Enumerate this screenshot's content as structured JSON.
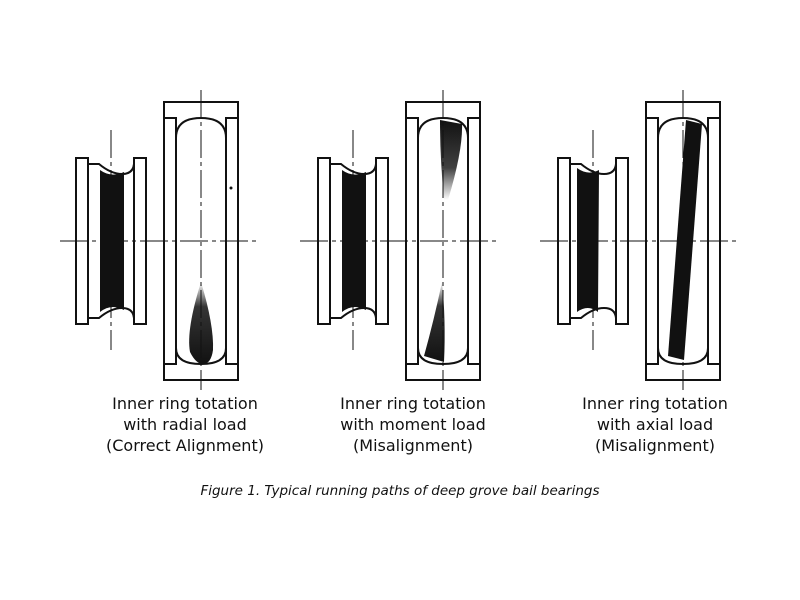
{
  "panels": [
    {
      "id": "radial",
      "line1": "Inner ring totation",
      "line2": "with radial load",
      "line3": "(Correct Alignment)"
    },
    {
      "id": "moment",
      "line1": "Inner ring totation",
      "line2": "with moment load",
      "line3": "(Misalignment)"
    },
    {
      "id": "axial",
      "line1": "Inner ring totation",
      "line2": "with axial load",
      "line3": "(Misalignment)"
    }
  ],
  "figure_caption": "Figure 1.  Typical running paths of deep grove bail bearings",
  "colors": {
    "ink": "#111111",
    "paper": "#ffffff"
  }
}
